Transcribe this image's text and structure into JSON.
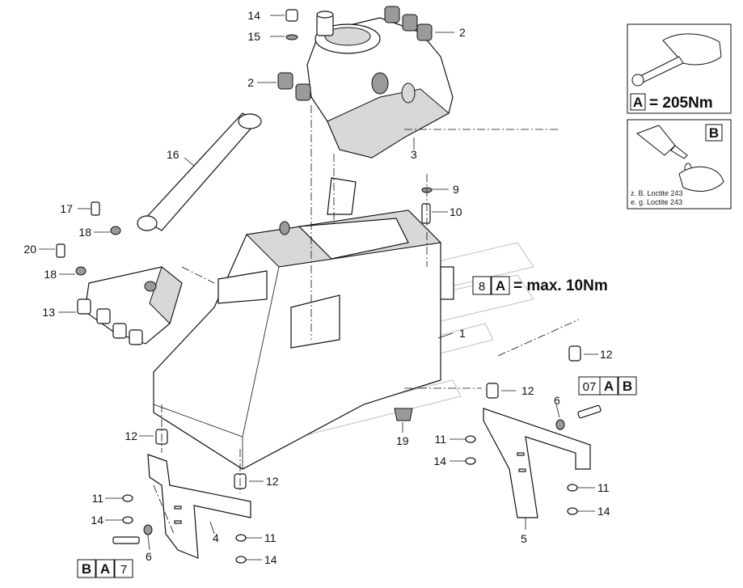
{
  "labels": {
    "l14a": "14",
    "l15": "15",
    "l2a": "2",
    "l2b": "2",
    "l3": "3",
    "l16": "16",
    "l9": "9",
    "l10": "10",
    "l17": "17",
    "l18a": "18",
    "l20": "20",
    "l18b": "18",
    "l13": "13",
    "l1": "1",
    "l12a": "12",
    "l12b": "12",
    "l6a": "6",
    "l19": "19",
    "l11a": "11",
    "l14b": "14",
    "l12c": "12",
    "l12d": "12",
    "l11b": "11",
    "l14c": "14",
    "l4": "4",
    "l6b": "6",
    "l11c": "11",
    "l14d": "14",
    "l5": "5",
    "l11d": "11",
    "l14e": "14"
  },
  "torque_box": {
    "letter": "A",
    "text": "= 205Nm"
  },
  "loctite_box": {
    "letter": "B",
    "line1": "z. B. Loctite 243",
    "line2": "e. g. Loctite 243"
  },
  "callout_8A": {
    "num": "8",
    "letter": "A",
    "text": "= max. 10Nm"
  },
  "callout_07AB": {
    "num": "07",
    "a": "A",
    "b": "B"
  },
  "callout_BA7": {
    "b": "B",
    "a": "A",
    "num": "7"
  }
}
